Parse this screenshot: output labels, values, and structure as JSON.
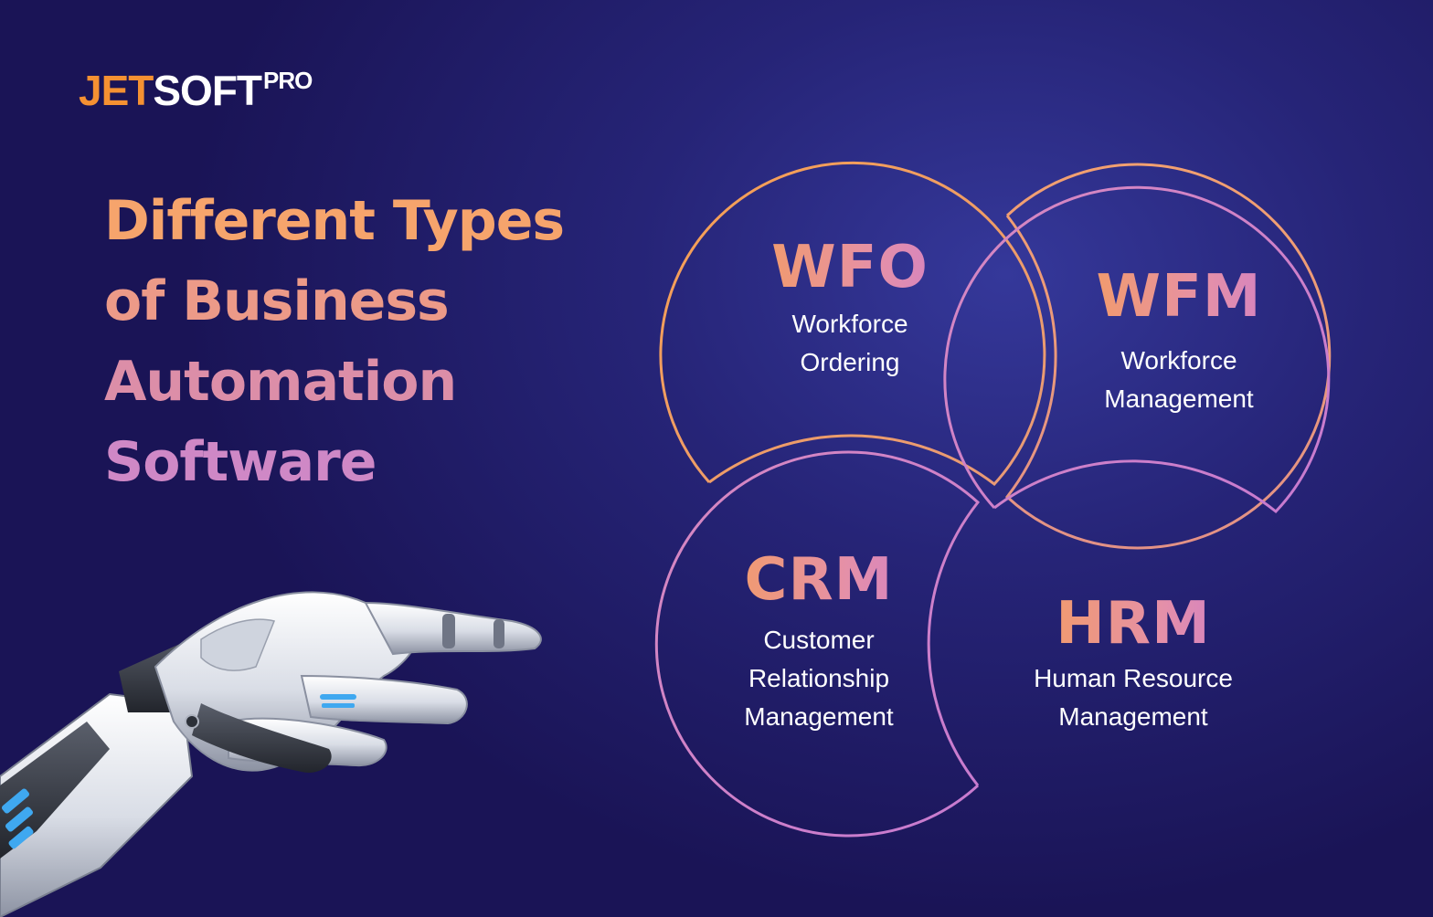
{
  "logo": {
    "jet": "JET",
    "soft": "SOFT",
    "pro": "PRO"
  },
  "headline": [
    "Different Types",
    "of Business",
    "Automation",
    "Software"
  ],
  "nodes": {
    "wfo": {
      "abbr": "WFO",
      "desc": [
        "Workforce",
        "Ordering"
      ]
    },
    "wfm": {
      "abbr": "WFM",
      "desc": [
        "Workforce",
        "Management"
      ]
    },
    "crm": {
      "abbr": "CRM",
      "desc": [
        "Customer",
        "Relationship",
        "Management"
      ]
    },
    "hrm": {
      "abbr": "HRM",
      "desc": [
        "Human Resource",
        "Management"
      ]
    }
  },
  "colors": {
    "orange": "#f59132",
    "pink": "#e590a8",
    "violet": "#c97ad3",
    "background": "#221f6a",
    "robot_accent": "#3fa8f0"
  },
  "icons": {
    "robot": "robot-hand-icon"
  }
}
